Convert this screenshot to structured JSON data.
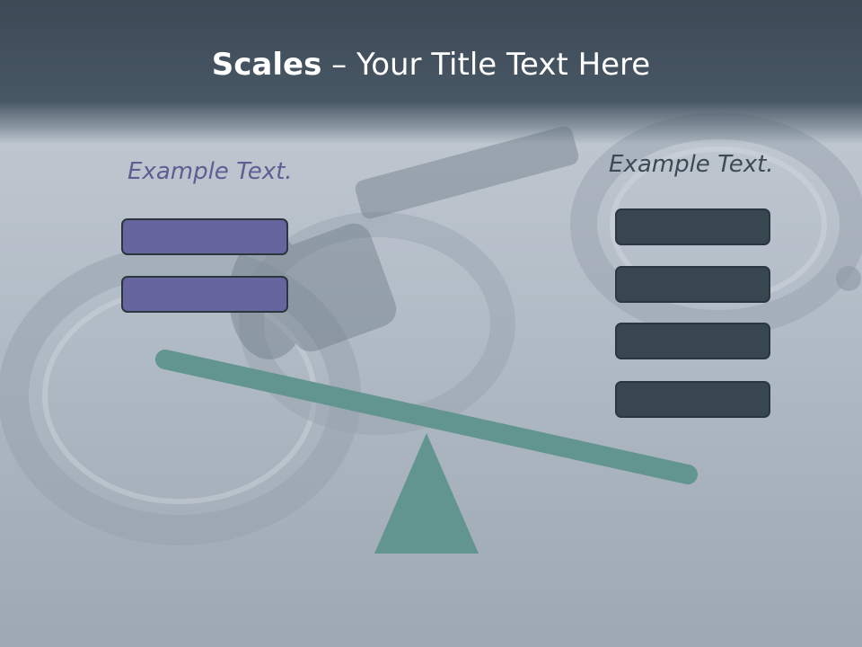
{
  "slide": {
    "title_bold": "Scales",
    "title_rest": " – Your Title Text Here",
    "left_label": "Example Text.",
    "right_label": "Example Text."
  },
  "colors": {
    "title_band": "#3c4a56",
    "left_box_fill": "#67659d",
    "right_box_fill": "#38464f",
    "beam_and_fulcrum": "#62958f",
    "left_label_color": "#5e5e92",
    "right_label_color": "#3d4a55"
  },
  "background_image": "handcuffs-and-gavel-photo",
  "left_box_count": 2,
  "right_box_count": 4
}
